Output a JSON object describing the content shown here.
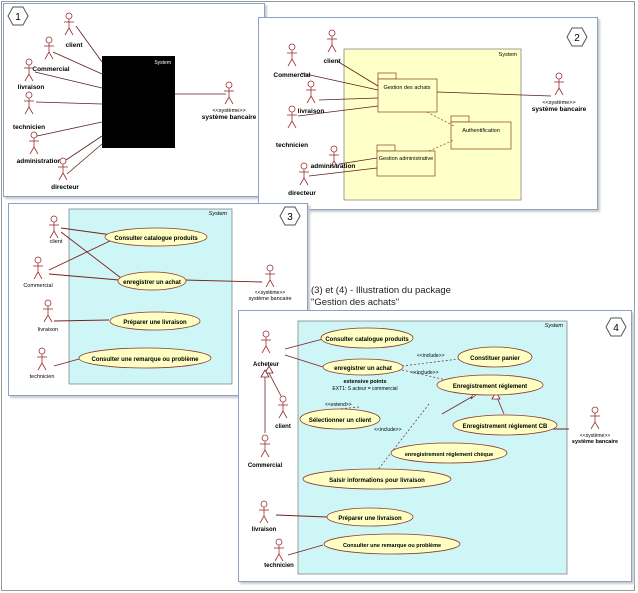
{
  "panels": {
    "p1": {
      "number": "1",
      "system_label": "System",
      "actors": [
        "client",
        "Commercial",
        "livraison",
        "technicien",
        "administration",
        "directeur"
      ],
      "external_actor": {
        "stereotype": "<<système>>",
        "name": "système bancaire"
      }
    },
    "p2": {
      "number": "2",
      "system_label": "System",
      "actors": [
        "client",
        "Commercial",
        "livraison",
        "technicien",
        "administration",
        "directeur"
      ],
      "packages": [
        "Gestion des achats",
        "Authentification",
        "Gestion administrative"
      ],
      "external_actor": {
        "stereotype": "<<système>>",
        "name": "système bancaire"
      }
    },
    "p3": {
      "number": "3",
      "system_label": "System",
      "actors": [
        "client",
        "Commercial",
        "livraison",
        "technicien"
      ],
      "use_cases": [
        "Consulter catalogue produits",
        "enregistrer un achat",
        "Préparer une livraison",
        "Consulter une remarque ou problème"
      ],
      "external_actor": {
        "stereotype": "<<système>>",
        "name": "système bancaire"
      }
    },
    "p4": {
      "number": "4",
      "system_label": "System",
      "actors": [
        "Acheteur",
        "client",
        "Commercial",
        "livraison",
        "technicien"
      ],
      "use_cases": [
        "Consulter catalogue produits",
        "enregistrer un achat",
        "Constituer panier",
        "Enregistrement réglement",
        "Sélectionner un client",
        "Enregistrement réglement CB",
        "enregistrement réglement chèque",
        "Saisir informations pour livraison",
        "Préparer une livraison",
        "Consulter une remarque ou problème"
      ],
      "extension_points": [
        "extensive points",
        "EXT1: S acteur = commercial"
      ],
      "stereotypes": {
        "include": "<<include>>",
        "extend": "<<extend>>"
      },
      "external_actor": {
        "stereotype": "<<système>>",
        "name": "système bancaire"
      }
    }
  },
  "caption": {
    "line1": "(3) et (4) - Illustration du package",
    "line2": "\"Gestion des achats\""
  },
  "colors": {
    "system_fill": "#cef6f6",
    "usecase_fill": "#ffffc4",
    "usecase_stroke": "#8b3a2e",
    "actor_stroke": "#9b3030",
    "line": "#6a2828",
    "black_box": "#000000"
  }
}
